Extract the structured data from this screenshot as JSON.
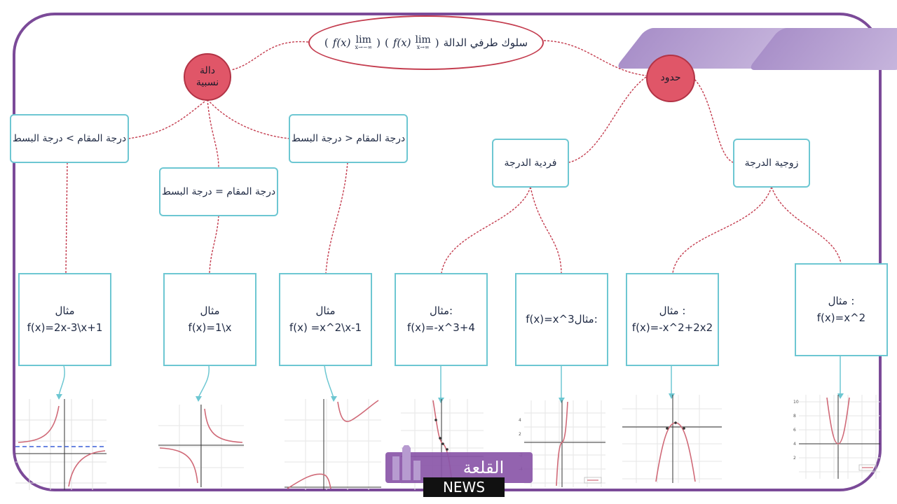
{
  "root": {
    "text": "سلوك طرفي الدالة",
    "lim_word": "lim",
    "lim_left_sub": "x→−∞",
    "lim_right_sub": "x→∞",
    "fx": "f(x)"
  },
  "nodes": {
    "rational_line1": "دالة",
    "rational_line2": "نسبية",
    "poly_line1": "",
    "poly_line2": "حدود"
  },
  "rational_cases": {
    "den_greater": "درجة المقام > درجة البسط",
    "den_equal": "درجة المقام = درجة البسط",
    "den_less": "درجة المقام < درجة البسط"
  },
  "poly_cases": {
    "odd": "فردية الدرجة",
    "even": "زوجية الدرجة"
  },
  "examples": [
    {
      "title": "مثال",
      "formula": "f(x)=2x-3\\x+1"
    },
    {
      "title": "مثال",
      "formula": "f(x)=1\\x"
    },
    {
      "title": "مثال",
      "formula": "f(x) =x^2\\x-1"
    },
    {
      "title": "مثال:",
      "formula": "f(x)=-x^3+4"
    },
    {
      "title": "",
      "formula": "f(x)=x^3مثال:"
    },
    {
      "title": "مثال :",
      "formula": "f(x)=-x^2+2x2"
    },
    {
      "title": "مثال :",
      "formula": "f(x)=x^2"
    }
  ],
  "logo": {
    "arabic": "القلعة",
    "english": "NEWS"
  },
  "colors": {
    "frame": "#7b4a98",
    "circle": "#e05668",
    "box_border": "#6dc7d2",
    "link": "#c43d4f",
    "arrow": "#6dc7d2",
    "curve": "#d06a78"
  }
}
